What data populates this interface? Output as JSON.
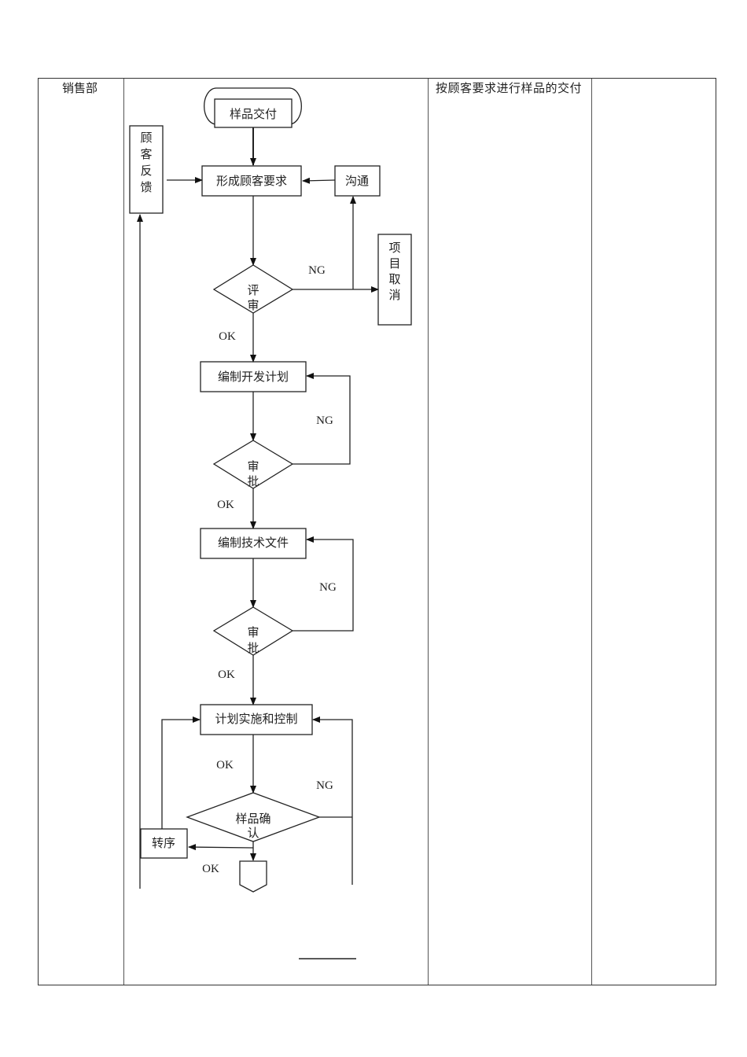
{
  "table": {
    "department": "销售部",
    "description": "按顾客要求进行样品的交付",
    "remarks": ""
  },
  "flowchart": {
    "start": "样品交付",
    "feedback": [
      "顾",
      "客",
      "反",
      "馈"
    ],
    "form_requirements": "形成顾客要求",
    "communicate": "沟通",
    "review": [
      "评",
      "审"
    ],
    "cancel": [
      "项",
      "目",
      "取",
      "消"
    ],
    "dev_plan": "编制开发计划",
    "approve1": [
      "审",
      "批"
    ],
    "tech_docs": "编制技术文件",
    "approve2": [
      "审",
      "批"
    ],
    "execute": "计划实施和控制",
    "sample_confirm": [
      "样品确",
      "认"
    ],
    "transfer": "转序",
    "labels": {
      "ng": "NG",
      "ok": "OK"
    }
  }
}
